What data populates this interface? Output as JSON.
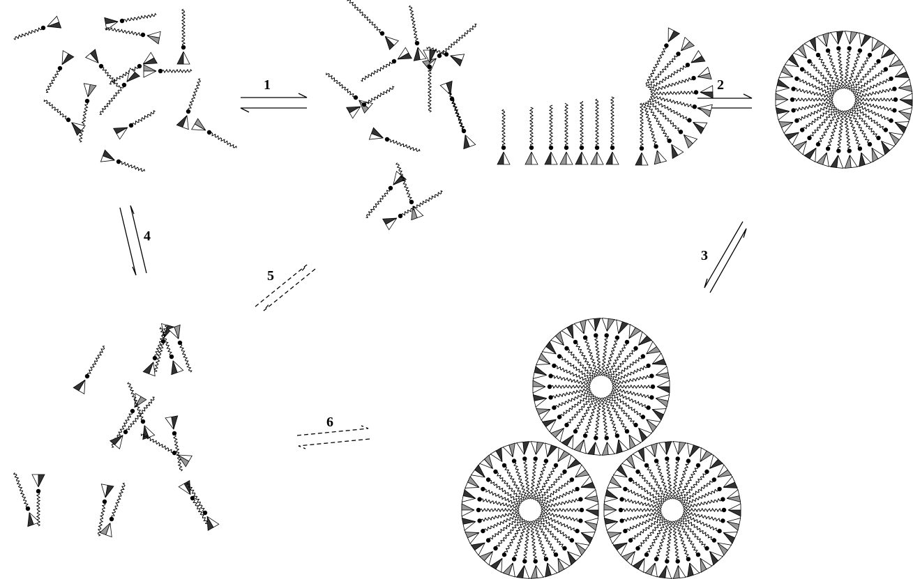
{
  "steps": {
    "s1": "1",
    "s2": "2",
    "s3": "3",
    "s4": "4",
    "s5": "5",
    "s6": "6"
  },
  "colors": {
    "ink": "#000000",
    "dark_shade": "#333333",
    "mid_shade": "#999999",
    "background": "#ffffff"
  },
  "depicted_species": [
    "free-surfactant",
    "dimer",
    "trimer",
    "tetramer",
    "curved-bilayer-strip",
    "vesicle",
    "vesicle-aggregate"
  ]
}
